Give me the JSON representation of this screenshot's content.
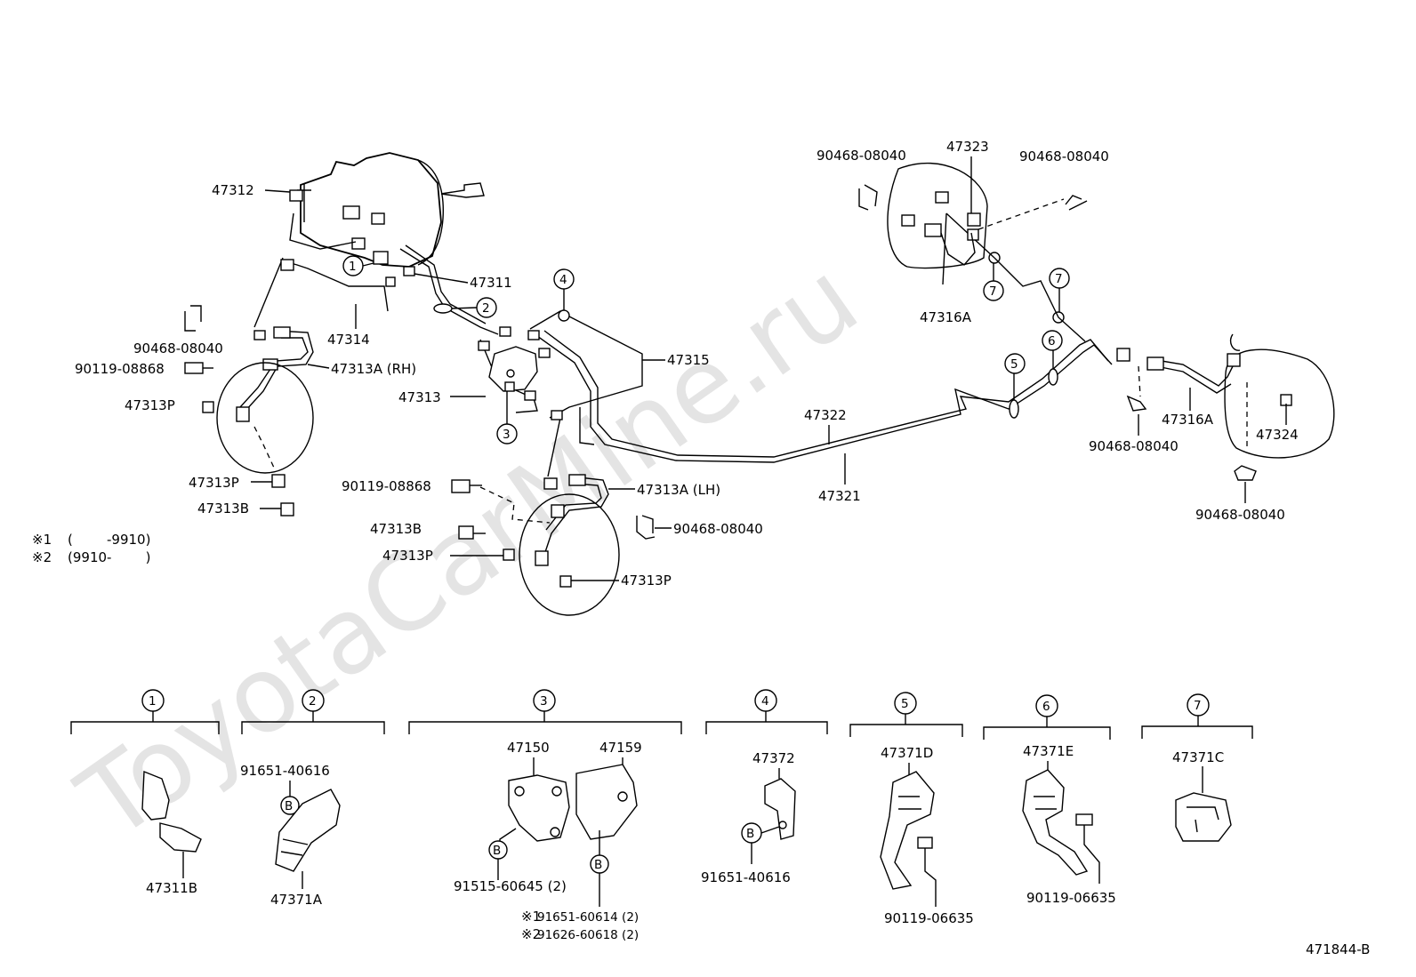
{
  "watermark": "ToyotaCarMine.ru",
  "diagram_id": "471844-B",
  "notes": {
    "note1_mark": "※1",
    "note1_text": "(        -9910)",
    "note2_mark": "※2",
    "note2_text": "(9910-        )"
  },
  "labels": {
    "p47312": "47312",
    "p47311": "47311",
    "p47314": "47314",
    "p90468_left": "90468-08040",
    "p90119_left": "90119-08868",
    "p47313A_rh": "47313A (RH)",
    "p47313P_1": "47313P",
    "p47313": "47313",
    "p47313P_2": "47313P",
    "p47313B_1": "47313B",
    "p47315": "47315",
    "p90119_mid": "90119-08868",
    "p47313A_lh": "47313A (LH)",
    "p47313B_2": "47313B",
    "p90468_mid": "90468-08040",
    "p47313P_3": "47313P",
    "p47313P_4": "47313P",
    "p47322": "47322",
    "p47321": "47321",
    "p90468_top_left": "90468-08040",
    "p47323": "47323",
    "p90468_top_right": "90468-08040",
    "p47316A_top": "47316A",
    "p47316A_right": "47316A",
    "p90468_right_mid": "90468-08040",
    "p47324": "47324",
    "p90468_right_bottom": "90468-08040"
  },
  "callouts": {
    "c1": "1",
    "c2": "2",
    "c3": "3",
    "c4": "4",
    "c5": "5",
    "c6": "6",
    "c7a": "7",
    "c7b": "7"
  },
  "details": [
    {
      "num": "1",
      "part": "47311B"
    },
    {
      "num": "2",
      "part": "47371A",
      "bolt_letter": "B",
      "bolt": "91651-40616"
    },
    {
      "num": "3",
      "part_a": "47150",
      "part_b": "47159",
      "bolt_letter_a": "B",
      "bolt_letter_b": "B",
      "bolt_a": "91515-60645 (2)",
      "bolt_b1_mark": "※1",
      "bolt_b1": "91651-60614 (2)",
      "bolt_b2_mark": "※2",
      "bolt_b2": "91626-60618 (2)"
    },
    {
      "num": "4",
      "part": "47372",
      "bolt_letter": "B",
      "bolt": "91651-40616"
    },
    {
      "num": "5",
      "part": "47371D",
      "bolt": "90119-06635"
    },
    {
      "num": "6",
      "part": "47371E",
      "bolt": "90119-06635"
    },
    {
      "num": "7",
      "part": "47371C"
    }
  ]
}
